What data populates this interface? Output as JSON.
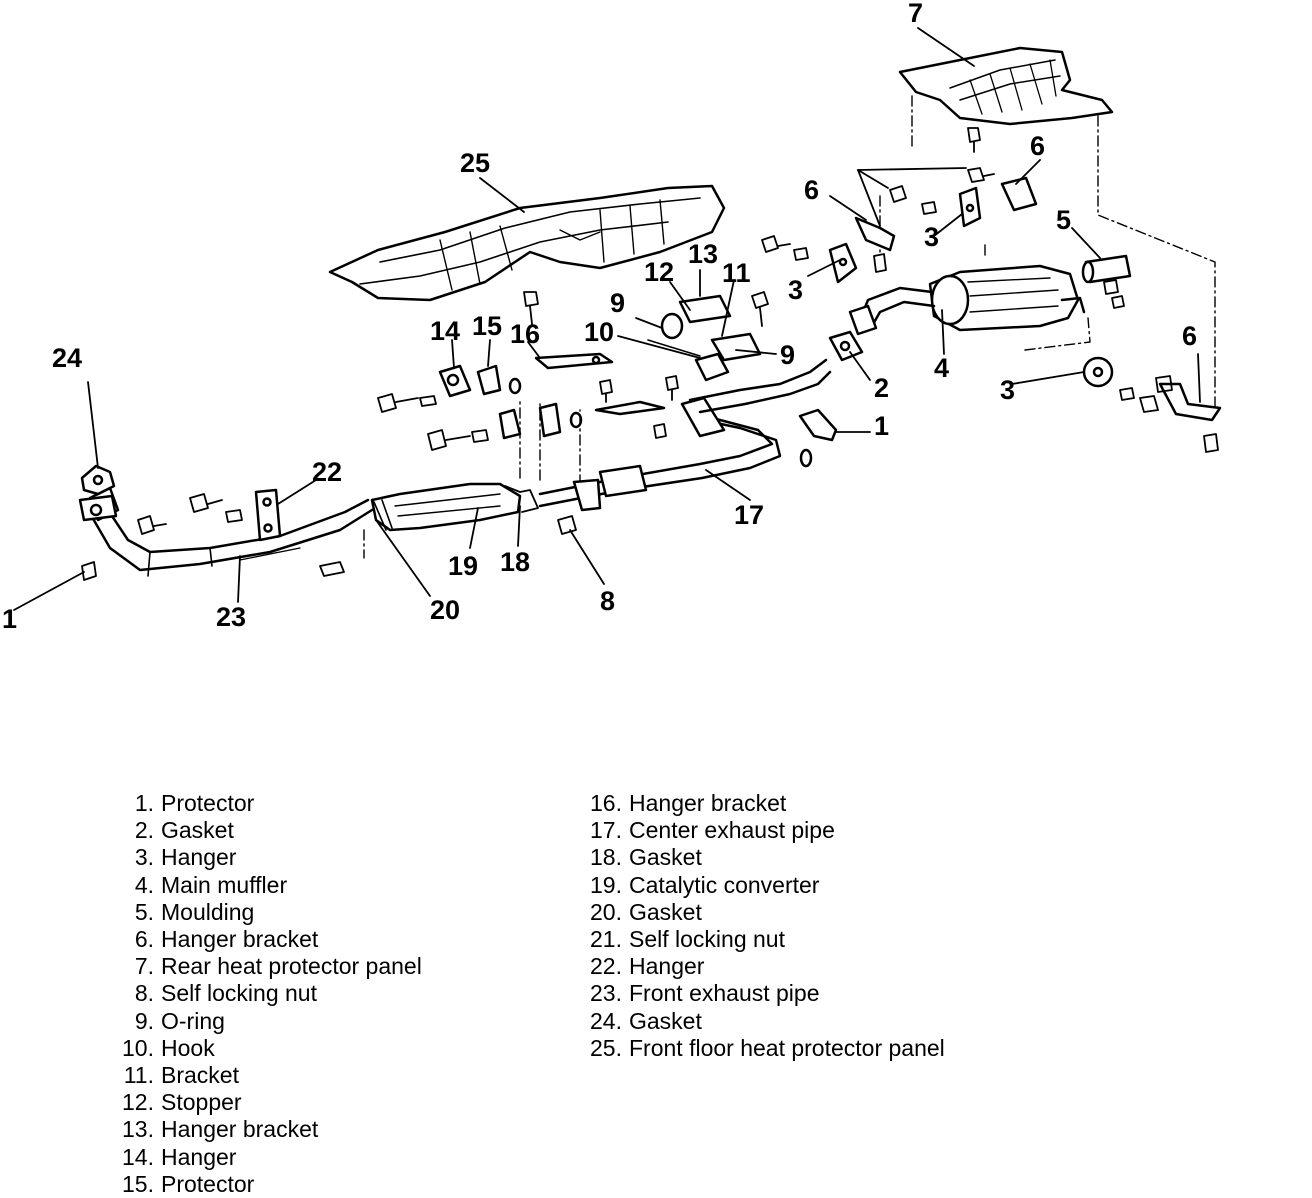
{
  "callouts": [
    {
      "id": "1a",
      "text": "1"
    },
    {
      "id": "1b",
      "text": "1"
    },
    {
      "id": "2",
      "text": "2"
    },
    {
      "id": "3a",
      "text": "3"
    },
    {
      "id": "3b",
      "text": "3"
    },
    {
      "id": "3c",
      "text": "3"
    },
    {
      "id": "4",
      "text": "4"
    },
    {
      "id": "5",
      "text": "5"
    },
    {
      "id": "6a",
      "text": "6"
    },
    {
      "id": "6b",
      "text": "6"
    },
    {
      "id": "6c",
      "text": "6"
    },
    {
      "id": "7",
      "text": "7"
    },
    {
      "id": "8",
      "text": "8"
    },
    {
      "id": "9a",
      "text": "9"
    },
    {
      "id": "9b",
      "text": "9"
    },
    {
      "id": "10",
      "text": "10"
    },
    {
      "id": "11",
      "text": "11"
    },
    {
      "id": "12",
      "text": "12"
    },
    {
      "id": "13",
      "text": "13"
    },
    {
      "id": "14",
      "text": "14"
    },
    {
      "id": "15",
      "text": "15"
    },
    {
      "id": "16",
      "text": "16"
    },
    {
      "id": "17",
      "text": "17"
    },
    {
      "id": "18",
      "text": "18"
    },
    {
      "id": "19",
      "text": "19"
    },
    {
      "id": "20",
      "text": "20"
    },
    {
      "id": "22",
      "text": "22"
    },
    {
      "id": "23",
      "text": "23"
    },
    {
      "id": "24",
      "text": "24"
    },
    {
      "id": "25",
      "text": "25"
    }
  ],
  "legend_left": [
    {
      "num": "1.",
      "label": "Protector"
    },
    {
      "num": "2.",
      "label": "Gasket"
    },
    {
      "num": "3.",
      "label": "Hanger"
    },
    {
      "num": "4.",
      "label": "Main muffler"
    },
    {
      "num": "5.",
      "label": "Moulding"
    },
    {
      "num": "6.",
      "label": "Hanger bracket"
    },
    {
      "num": "7.",
      "label": "Rear heat protector panel"
    },
    {
      "num": "8.",
      "label": "Self locking nut"
    },
    {
      "num": "9.",
      "label": "O-ring"
    },
    {
      "num": "10.",
      "label": "Hook"
    },
    {
      "num": "11.",
      "label": "Bracket"
    },
    {
      "num": "12.",
      "label": "Stopper"
    },
    {
      "num": "13.",
      "label": "Hanger bracket"
    },
    {
      "num": "14.",
      "label": "Hanger"
    },
    {
      "num": "15.",
      "label": "Protector"
    }
  ],
  "legend_right": [
    {
      "num": "16.",
      "label": "Hanger bracket"
    },
    {
      "num": "17.",
      "label": "Center exhaust pipe"
    },
    {
      "num": "18.",
      "label": "Gasket"
    },
    {
      "num": "19.",
      "label": "Catalytic converter"
    },
    {
      "num": "20.",
      "label": "Gasket"
    },
    {
      "num": "21.",
      "label": "Self locking nut"
    },
    {
      "num": "22.",
      "label": "Hanger"
    },
    {
      "num": "23.",
      "label": "Front exhaust pipe"
    },
    {
      "num": "24.",
      "label": "Gasket"
    },
    {
      "num": "25.",
      "label": "Front floor heat protector panel"
    }
  ]
}
